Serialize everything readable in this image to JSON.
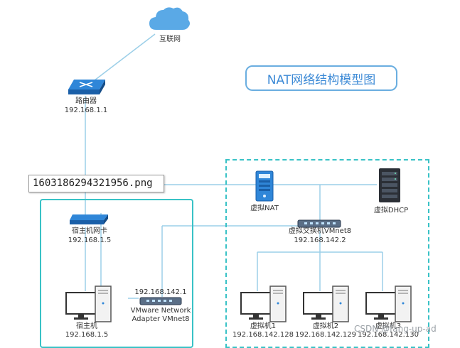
{
  "diagram": {
    "title": "NAT网络结构模型图",
    "filename": "1603186294321956.png",
    "watermark": "CSDN @fang-up-ad",
    "nodes": {
      "internet": {
        "name": "互联网"
      },
      "router": {
        "name": "路由器",
        "ip": "192.168.1.1"
      },
      "host_nic": {
        "name": "宿主机网卡",
        "ip": "192.168.1.5"
      },
      "host": {
        "name": "宿主机",
        "ip": "192.168.1.5"
      },
      "vmnet8_adapter": {
        "ip": "192.168.142.1",
        "name_line1": "VMware Network",
        "name_line2": "Adapter VMnet8"
      },
      "virtual_nat": {
        "name": "虚拟NAT"
      },
      "virtual_dhcp": {
        "name": "虚拟DHCP"
      },
      "virtual_switch": {
        "name": "虚拟交换机VMnet8",
        "ip": "192.168.142.2"
      },
      "vm1": {
        "name": "虚拟机1",
        "ip": "192.168.142.128"
      },
      "vm2": {
        "name": "虚拟机2",
        "ip": "192.168.142.129"
      },
      "vm3": {
        "name": "虚拟机3",
        "ip": "192.168.142.130"
      }
    },
    "colors": {
      "link": "#9ccfe8",
      "box": "#39c2c6",
      "title": "#3c8ad6",
      "device_blue": "#1e6fc2"
    }
  }
}
